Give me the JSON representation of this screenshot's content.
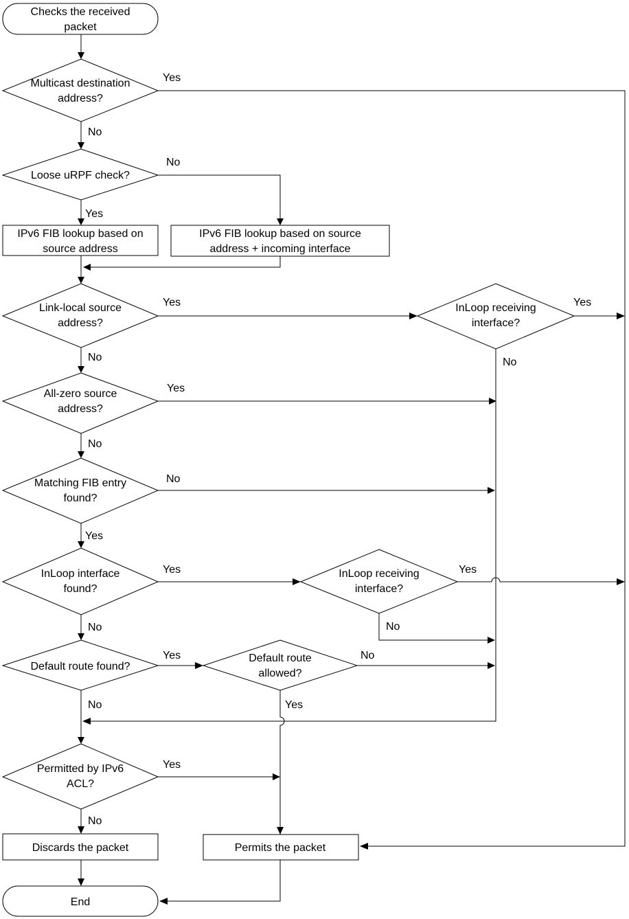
{
  "nodes": {
    "start": [
      "Checks the received",
      "packet"
    ],
    "d_multicast": [
      "Multicast destination",
      "address?"
    ],
    "d_loose": [
      "Loose uRPF check?"
    ],
    "p_fib_src": [
      "IPv6 FIB lookup based on",
      "source address"
    ],
    "p_fib_src_if": [
      "IPv6 FIB lookup based on source",
      "address + incoming interface"
    ],
    "d_linklocal": [
      "Link-local source",
      "address?"
    ],
    "d_inloop_recv1": [
      "InLoop receiving",
      "interface?"
    ],
    "d_allzero": [
      "All-zero source",
      "address?"
    ],
    "d_matching": [
      "Matching FIB entry",
      "found?"
    ],
    "d_inloop_if": [
      "InLoop interface",
      "found?"
    ],
    "d_inloop_recv2": [
      "InLoop receiving",
      "interface?"
    ],
    "d_default": [
      "Default route found?"
    ],
    "d_default_allowed": [
      "Default route",
      "allowed?"
    ],
    "d_acl": [
      "Permitted by IPv6",
      "ACL?"
    ],
    "p_discard": [
      "Discards the packet"
    ],
    "p_permit": [
      "Permits the packet"
    ],
    "end": [
      "End"
    ]
  },
  "edge_labels": {
    "multicast_yes": "Yes",
    "multicast_no": "No",
    "loose_no": "No",
    "loose_yes": "Yes",
    "linklocal_yes": "Yes",
    "linklocal_no": "No",
    "inloop_recv1_yes": "Yes",
    "inloop_recv1_no": "No",
    "allzero_yes": "Yes",
    "allzero_no": "No",
    "matching_no": "No",
    "matching_yes": "Yes",
    "inloop_if_yes": "Yes",
    "inloop_if_no": "No",
    "inloop_recv2_yes": "Yes",
    "inloop_recv2_no": "No",
    "default_yes": "Yes",
    "default_no": "No",
    "default_allowed_no": "No",
    "default_allowed_yes": "Yes",
    "acl_yes": "Yes",
    "acl_no": "No"
  }
}
